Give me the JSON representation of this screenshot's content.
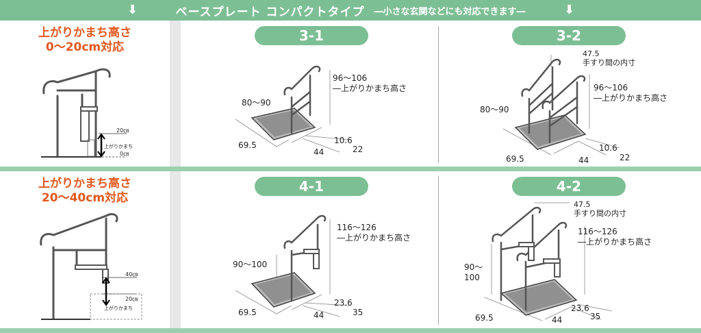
{
  "banner": {
    "title": "ベースプレート コンパクトタイプ",
    "subtitle": "―小さな玄関などにも対応できます―",
    "arrow": "⬇"
  },
  "colors": {
    "accent_green": "#7dbf94",
    "orange_text": "#e0581e",
    "rail": "#555555"
  },
  "row1": {
    "label_line1": "上がりかまち高さ",
    "label_line2": "0～20cm対応",
    "side_top": "20㎝",
    "side_mid": "上がりかまち",
    "side_bottom": "0㎝",
    "model_a": {
      "id": "3-1",
      "height": "96～106",
      "height_label": "―上がりかまち高さ",
      "depth": "80～90",
      "width": "69.5",
      "base": "44",
      "offset": "10.6",
      "d2": "22"
    },
    "model_b": {
      "id": "3-2",
      "inner": "47.5",
      "inner_label": "手すり間の内寸",
      "height": "96～106",
      "height_label": "―上がりかまち高さ",
      "depth": "80～90",
      "width": "69.5",
      "base": "44",
      "offset": "10.6",
      "d2": "22"
    }
  },
  "row2": {
    "label_line1": "上がりかまち高さ",
    "label_line2": "20～40cm対応",
    "side_top": "40㎝",
    "side_mid": "20㎝",
    "side_bottom": "上がりかまち",
    "model_a": {
      "id": "4-1",
      "height": "116～126",
      "height_label": "―上がりかまち高さ",
      "depth": "90～100",
      "width": "69.5",
      "base": "44",
      "offset": "23.6",
      "d2": "35"
    },
    "model_b": {
      "id": "4-2",
      "inner": "47.5",
      "inner_label": "手すり間の内寸",
      "height": "116～126",
      "height_label": "―上がりかまち高さ",
      "depth_line1": "90～",
      "depth_line2": "100",
      "width": "69.5",
      "base": "44",
      "offset": "23.6",
      "d2": "35"
    }
  }
}
